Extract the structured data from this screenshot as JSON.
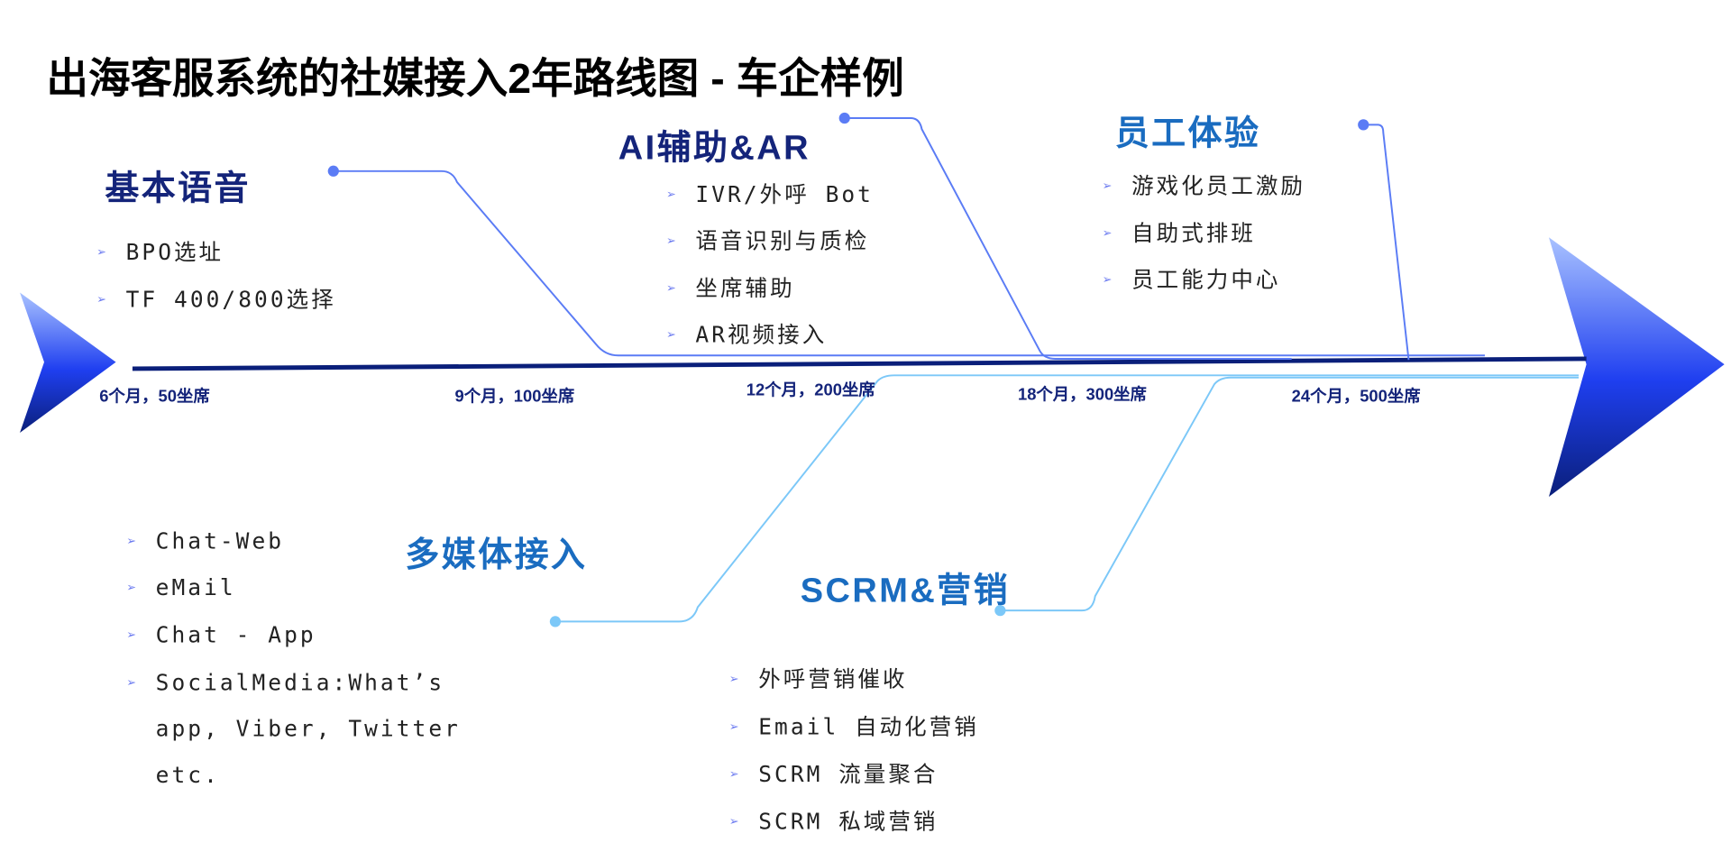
{
  "title": "出海客服系统的社媒接入2年路线图 - 车企样例",
  "milestones": [
    "6个月，50坐席",
    "9个月，100坐席",
    "12个月，200坐席",
    "18个月，300坐席",
    "24个月，500坐席"
  ],
  "sections": {
    "basic_voice": {
      "heading": "基本语音",
      "items": [
        "BPO选址",
        "TF 400/800选择"
      ]
    },
    "ai_ar": {
      "heading": "AI辅助&AR",
      "items": [
        "IVR/外呼 Bot",
        "语音识别与质检",
        "坐席辅助",
        "AR视频接入"
      ]
    },
    "employee": {
      "heading": "员工体验",
      "items": [
        "游戏化员工激励",
        "自助式排班",
        "员工能力中心"
      ]
    },
    "multimedia": {
      "heading": "多媒体接入",
      "items": [
        "Chat-Web",
        "eMail",
        "Chat - App",
        "SocialMedia:What’s"
      ],
      "continuation": [
        "app, Viber, Twitter",
        "etc."
      ]
    },
    "scrm": {
      "heading": "SCRM&营销",
      "items": [
        "外呼营销催收",
        "Email 自动化营销",
        "SCRM 流量聚合",
        "SCRM 私域营销"
      ]
    }
  },
  "colors": {
    "navy": "#14247a",
    "upper_line": "#5b7cf5",
    "lower_line": "#7cc8f8",
    "heading_blue": "#1a6cc0"
  }
}
